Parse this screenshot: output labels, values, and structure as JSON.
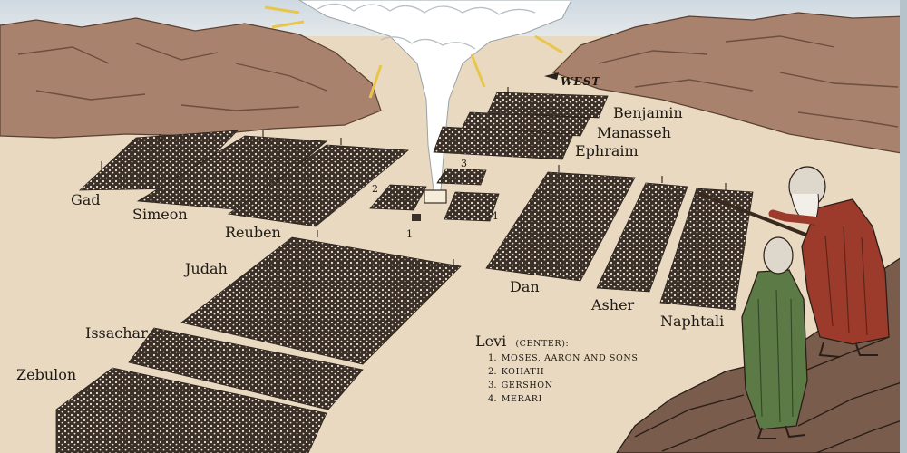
{
  "direction_label": "WEST",
  "tribes": {
    "benjamin": "Benjamin",
    "manasseh": "Manasseh",
    "ephraim": "Ephraim",
    "gad": "Gad",
    "simeon": "Simeon",
    "reuben": "Reuben",
    "judah": "Judah",
    "issachar": "Issachar",
    "zebulon": "Zebulon",
    "dan": "Dan",
    "asher": "Asher",
    "naphtali": "Naphtali"
  },
  "levi_numbers": [
    "1",
    "2",
    "3",
    "4"
  ],
  "legend": {
    "title": "Levi",
    "subtitle": "(center):",
    "items": [
      {
        "number": "1.",
        "text": "Moses, Aaron and sons"
      },
      {
        "number": "2.",
        "text": "Kohath"
      },
      {
        "number": "3.",
        "text": "Gershon"
      },
      {
        "number": "4.",
        "text": "Merari"
      }
    ]
  },
  "colors": {
    "sky": "#dfe6ec",
    "ground": "#e8d9c0",
    "mountains": "#a8826c",
    "camp_fill": "#3b3029",
    "camp_dots": "#f2e6d2",
    "robe_red": "#9c3b2c",
    "robe_green": "#5c7a45"
  }
}
